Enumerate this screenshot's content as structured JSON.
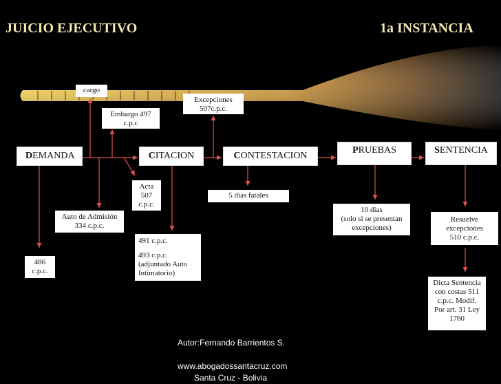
{
  "header": {
    "left_title": "JUICIO EJECUTIVO",
    "right_title": "1a INSTANCIA"
  },
  "main_boxes": {
    "demanda": {
      "initial": "D",
      "rest": "EMANDA"
    },
    "citacion": {
      "initial": "C",
      "rest": "ITACION"
    },
    "contestacion": {
      "initial": "C",
      "rest": "ONTESTACION"
    },
    "pruebas": {
      "initial": "P",
      "rest": "RUEBAS"
    },
    "sentencia": {
      "initial": "S",
      "rest": "ENTENCIA"
    }
  },
  "notes": {
    "cargo": "cargo",
    "embargo": [
      "Embargo 497",
      "c.p.c"
    ],
    "excepciones": [
      "Excepciones",
      "507c.p.c."
    ],
    "acta": [
      "Acta",
      "507",
      "c.p.c."
    ],
    "auto_admision": [
      "Auto de Admisión",
      "334 c.p.c."
    ],
    "art_486": [
      "486",
      "c.p.c."
    ],
    "articulos_491_493": [
      "491 c.p.c.",
      "493 c.p.c.",
      "(adjuntado Auto",
      "Intimatorio)"
    ],
    "dias_fatales": "5 días fatales",
    "diez_dias": [
      "10 días",
      "(solo si se presentan",
      "excepciones)"
    ],
    "resuelve": [
      "Resuelve",
      "excepciones",
      "510 c.p.c."
    ],
    "dicta_sentencia": [
      "Dicta Sentencia",
      "con costas 511",
      "c.p.c. Modif.",
      "Por art. 31 Ley",
      "1760"
    ]
  },
  "footer": {
    "author": "Autor:Fernando Barrientos S.",
    "website": "www.abogadossantacruz.com",
    "location": "Santa Cruz - Bolivia"
  },
  "colors": {
    "background": "#000000",
    "title": "#f3e7b0",
    "arrow": "#e0534a",
    "bar_left": "#f6c53a",
    "bar_right": "#000000"
  }
}
